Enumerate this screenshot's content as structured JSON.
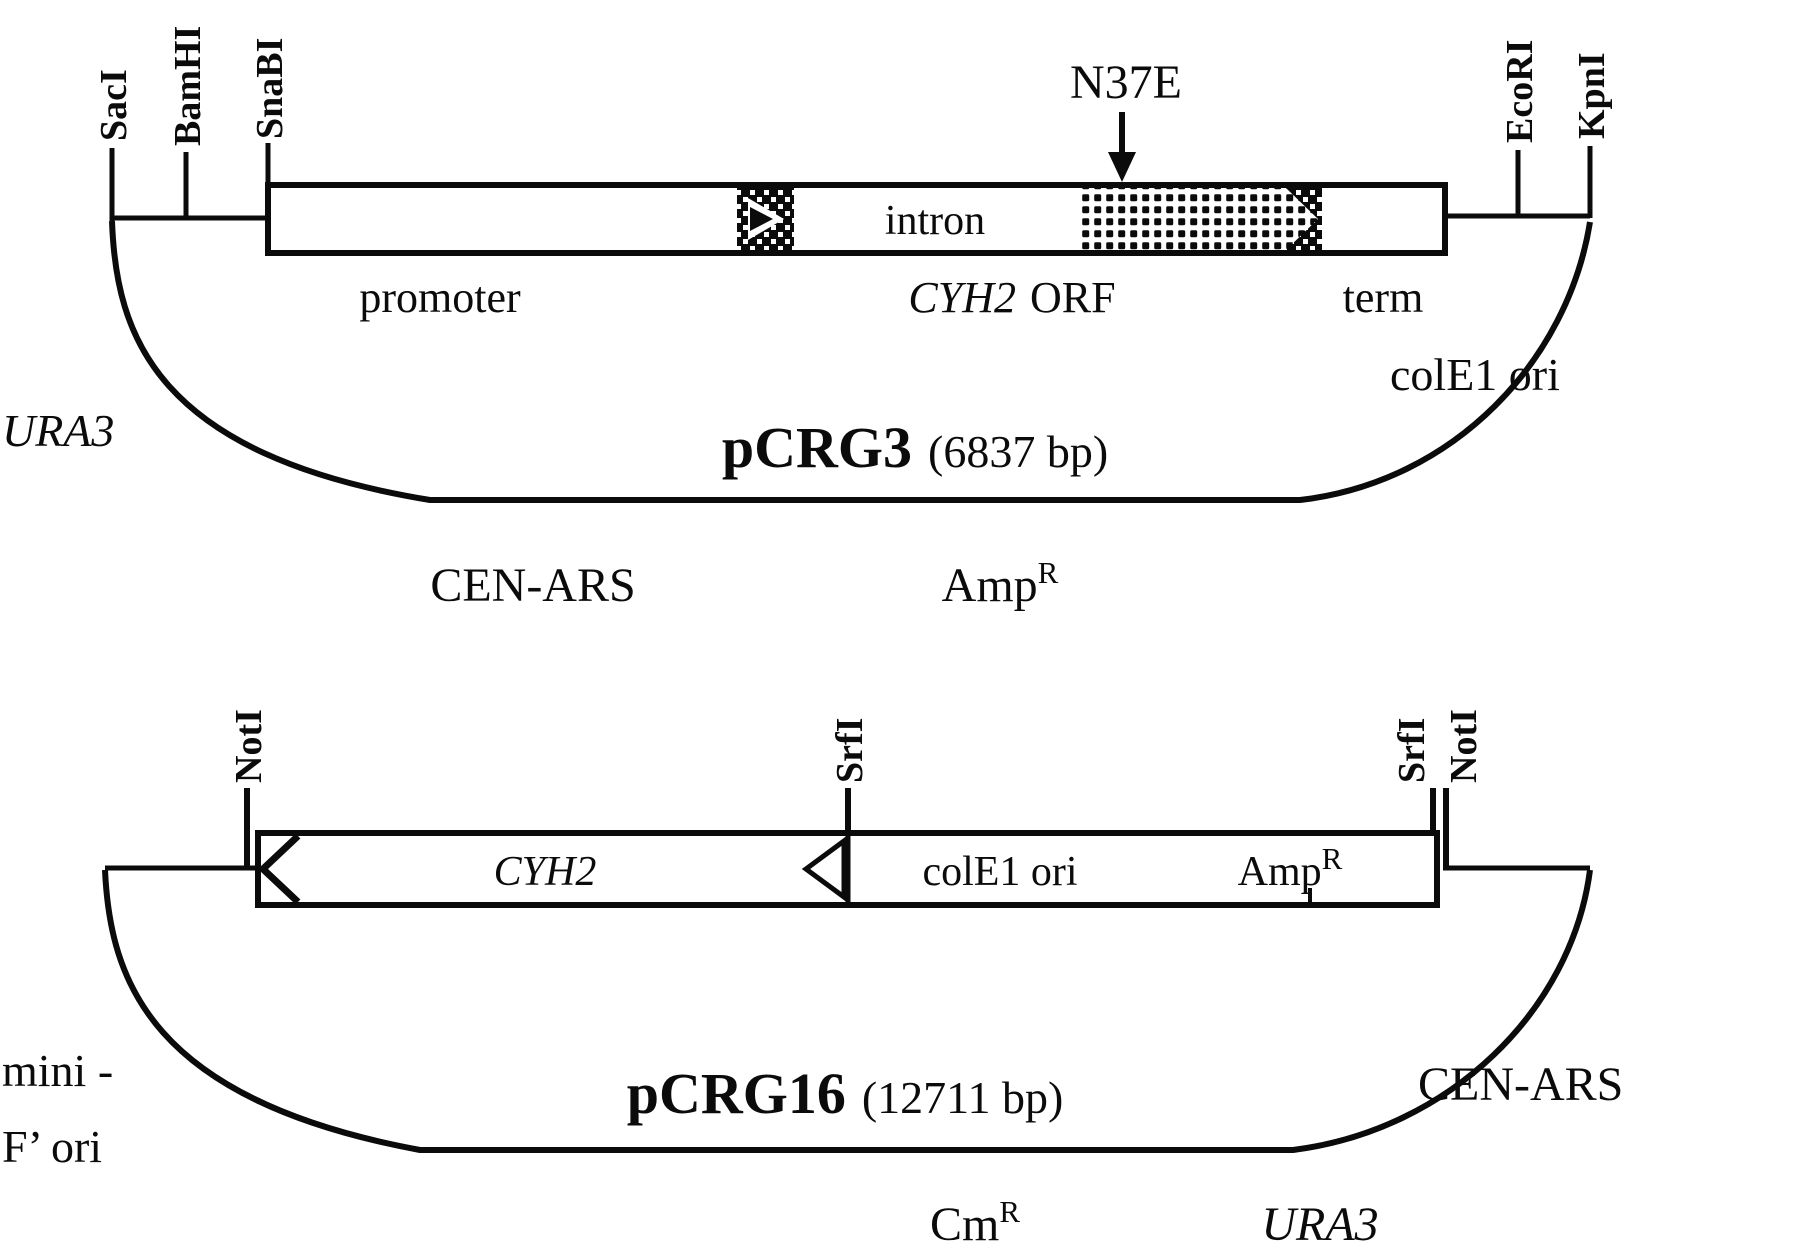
{
  "figure": {
    "background": "#ffffff",
    "ink_color": "#0b0b0b"
  },
  "pcrg3": {
    "name": "pCRG3",
    "size": "(6837 bp)",
    "sites_left": [
      "SacI",
      "BamHI",
      "SnaBI"
    ],
    "sites_right": [
      "EcoRI",
      "KpnI"
    ],
    "mutation": "N37E",
    "regions": {
      "promoter": "promoter",
      "intron": "intron",
      "orf_gene": "CYH2",
      "orf_word": "ORF",
      "term": "term"
    },
    "features": {
      "ura3": "URA3",
      "cole1_ori": "colE1 ori",
      "cen_ars": "CEN-ARS",
      "amp": "Amp",
      "amp_sup": "R"
    }
  },
  "pcrg16": {
    "name": "pCRG16",
    "size": "(12711 bp)",
    "site_notI_left": "NotI",
    "site_srfI_mid": "SrfI",
    "sites_right": [
      "SrfI",
      "NotI"
    ],
    "regions": {
      "cyh2": "CYH2",
      "cole1_ori": "colE1 ori",
      "amp": "Amp",
      "amp_sup": "R"
    },
    "features": {
      "mini_f_line1": "mini -",
      "mini_f_line2": "F’ ori",
      "cen_ars": "CEN-ARS",
      "cm": "Cm",
      "cm_sup": "R",
      "ura3": "URA3"
    }
  }
}
